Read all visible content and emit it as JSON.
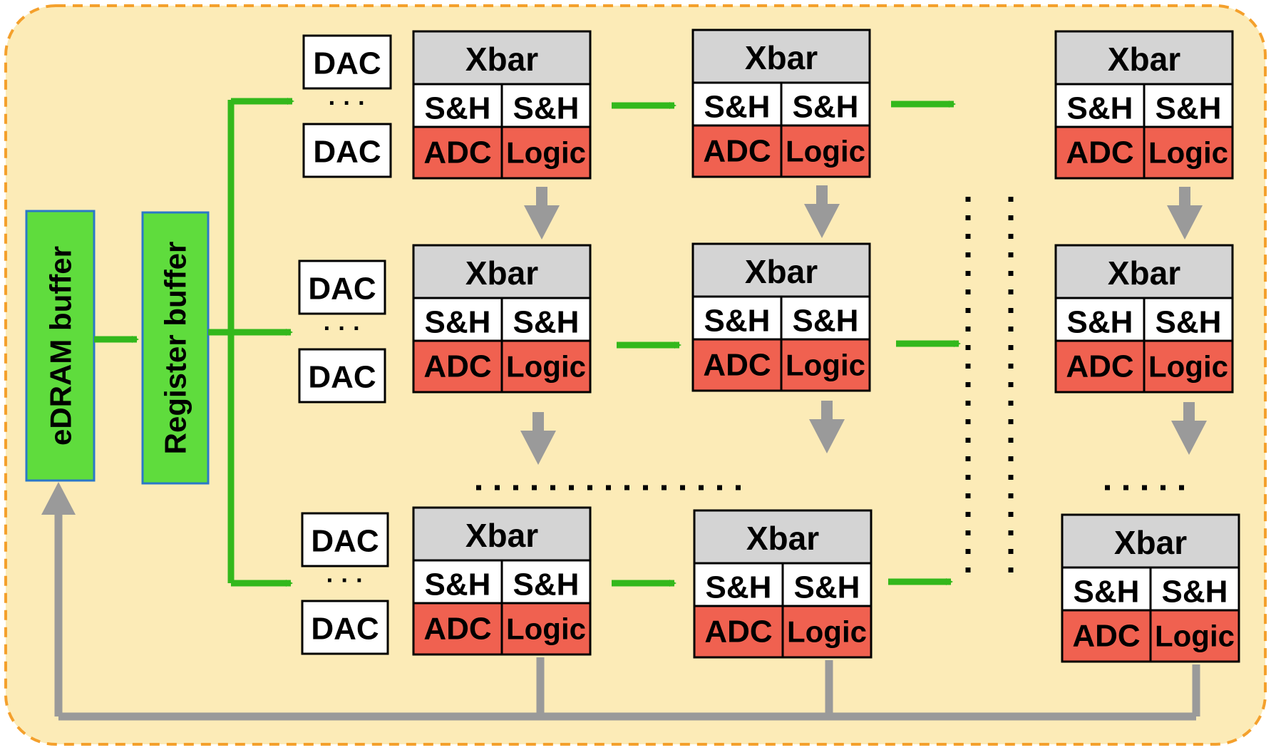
{
  "colors": {
    "panel_fill": "#fcebb7",
    "panel_border": "#f4a02c",
    "buffer_fill": "#5fdc3d",
    "buffer_border": "#2a78c8",
    "xbar_fill": "#d4d4d4",
    "adc_fill": "#f06150",
    "green_arrow": "#33b81c",
    "gray_arrow": "#9a9a9a"
  },
  "buffers": {
    "edram": "eDRAM buffer",
    "register": "Register buffer"
  },
  "dac": {
    "label": "DAC",
    "ellipsis": "· · ·"
  },
  "tile": {
    "xbar": "Xbar",
    "sh_left": "S&H",
    "sh_right": "S&H",
    "adc": "ADC",
    "logic": "Logic"
  }
}
